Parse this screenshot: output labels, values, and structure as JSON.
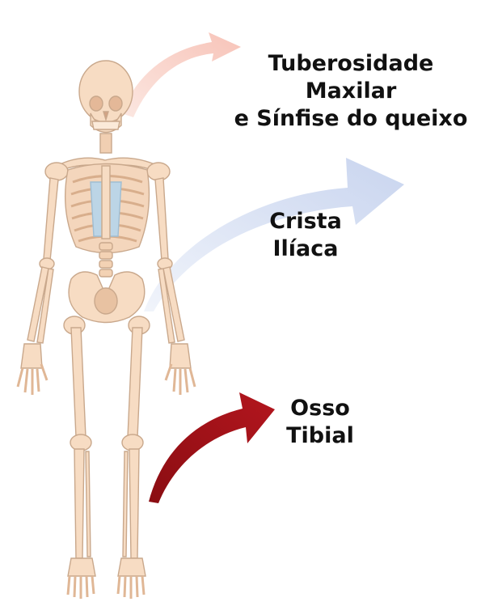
{
  "labels": [
    {
      "id": "maxilla",
      "lines": [
        "Tuberosidade Maxilar",
        "e Sínfise do queixo"
      ]
    },
    {
      "id": "iliac",
      "lines": [
        "Crista",
        "Ilíaca"
      ]
    },
    {
      "id": "tibia",
      "lines": [
        "Osso",
        "Tibial"
      ]
    }
  ],
  "colors": {
    "bone": "#f7dcc3",
    "bone_outline": "#c9a88c",
    "ribs": "#e9c6a8",
    "cartilage": "#bcd5e6",
    "arrow_maxilla": "#f7c9c0",
    "arrow_iliac": "#ccd7ee",
    "arrow_tibia": "#a3141c"
  }
}
